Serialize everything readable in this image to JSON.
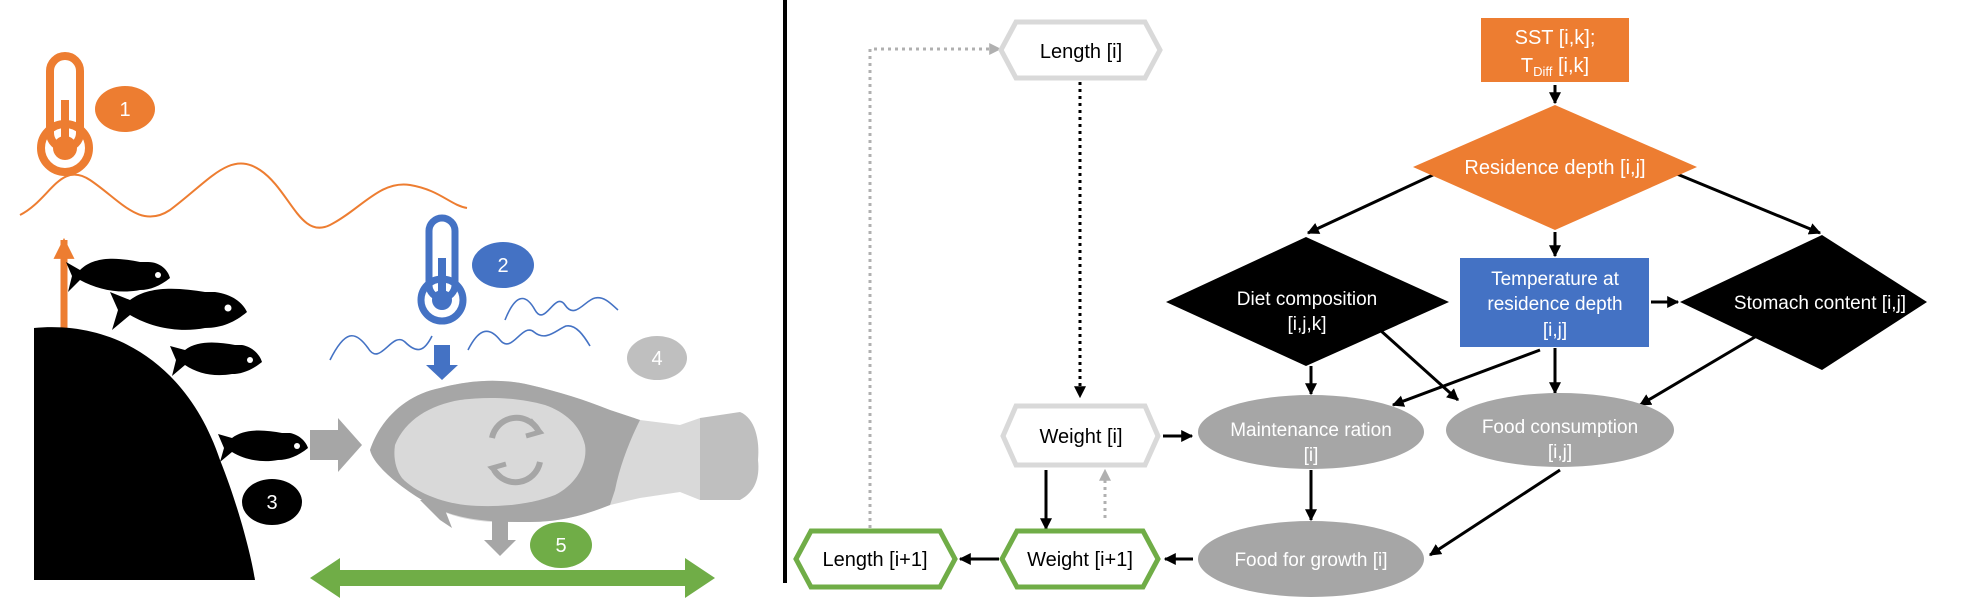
{
  "colors": {
    "orange": "#ED7D31",
    "blue": "#4472C4",
    "gray": "#A6A6A6",
    "light_gray": "#D9D9D9",
    "green": "#70AD47",
    "black": "#000000"
  },
  "left_panel": {
    "markers": [
      "1",
      "2",
      "3",
      "4",
      "5"
    ],
    "icons": [
      "thermometer-icon",
      "thermometer-icon",
      "fish-icon",
      "cycle-icon"
    ]
  },
  "flowchart": {
    "sst_line1": "SST [i,k];",
    "sst_line2_main": "T",
    "sst_line2_sub": "Diff",
    "sst_line2_rest": " [i,k]",
    "residence_depth": "Residence depth [i,j]",
    "diet_line1": "Diet composition",
    "diet_line2": "[i,j,k]",
    "temp_line1": "Temperature at",
    "temp_line2": "residence depth",
    "temp_line3": "[i,j]",
    "stomach": "Stomach content [i,j]",
    "length_i": "Length [i]",
    "weight_i": "Weight [i]",
    "maint_line1": "Maintenance ration",
    "maint_line2": "[i]",
    "food_cons_line1": "Food consumption",
    "food_cons_line2": "[i,j]",
    "food_growth": "Food for growth [i]",
    "weight_next": "Weight [i+1]",
    "length_next": "Length [i+1]"
  }
}
